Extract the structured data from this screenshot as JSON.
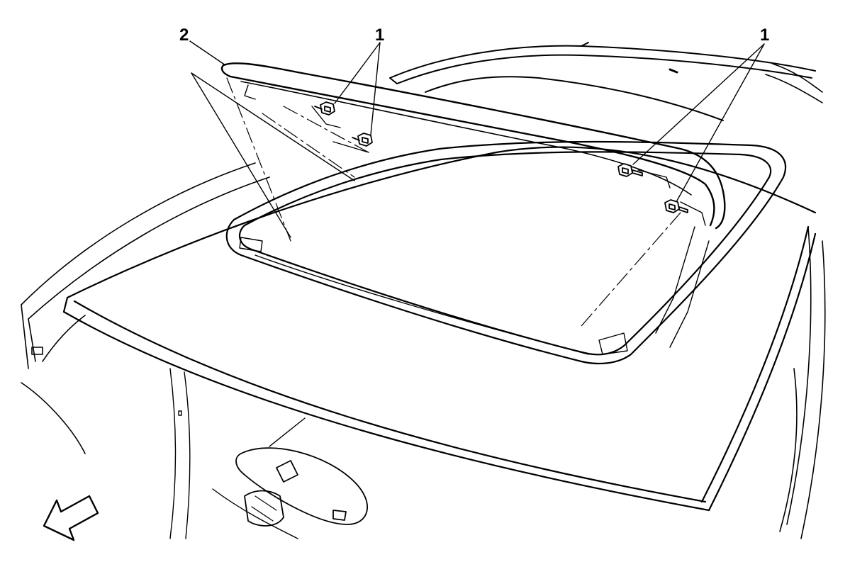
{
  "diagram": {
    "callouts": [
      {
        "id": "callout-2",
        "label": "2",
        "refers_to": "wind deflector"
      },
      {
        "id": "callout-1-center",
        "label": "1",
        "refers_to": "bolts"
      },
      {
        "id": "callout-1-right",
        "label": "1",
        "refers_to": "bolts"
      }
    ],
    "direction_arrow": "front-of-vehicle-arrow",
    "colors": {
      "line": "#000000",
      "background": "#ffffff"
    }
  }
}
